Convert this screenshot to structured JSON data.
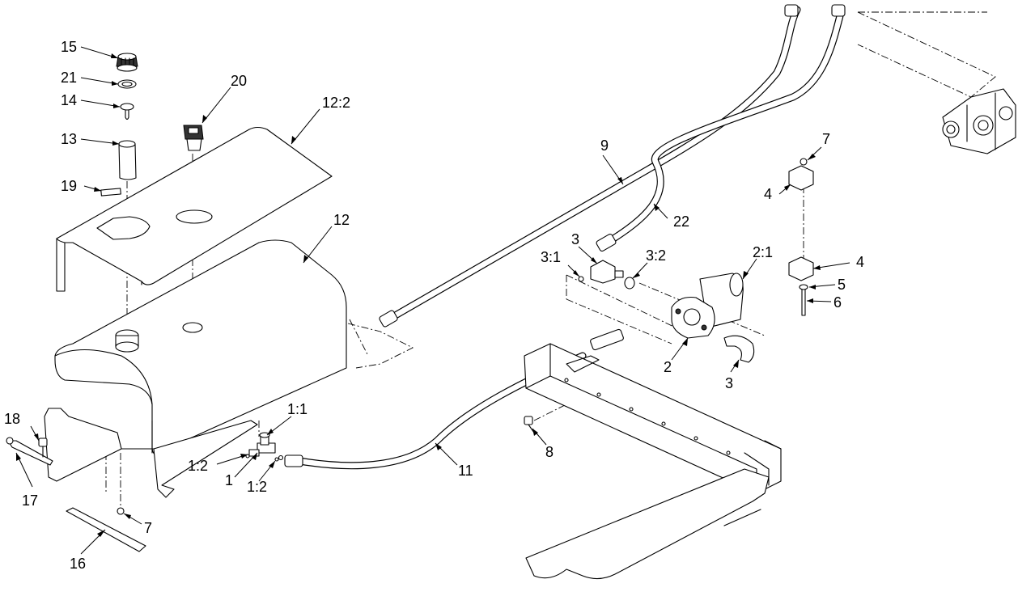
{
  "callouts": {
    "c1": "1",
    "c1_1": "1:1",
    "c1_2a": "1:2",
    "c1_2b": "1:2",
    "c2": "2",
    "c2_1": "2:1",
    "c3a": "3",
    "c3b": "3",
    "c3_1": "3:1",
    "c3_2": "3:2",
    "c4a": "4",
    "c4b": "4",
    "c5": "5",
    "c6": "6",
    "c7a": "7",
    "c7b": "7",
    "c8": "8",
    "c9": "9",
    "c11": "11",
    "c12": "12",
    "c12_2": "12:2",
    "c13": "13",
    "c14": "14",
    "c15": "15",
    "c16": "16",
    "c17": "17",
    "c18": "18",
    "c19": "19",
    "c20": "20",
    "c21": "21",
    "c22": "22"
  }
}
